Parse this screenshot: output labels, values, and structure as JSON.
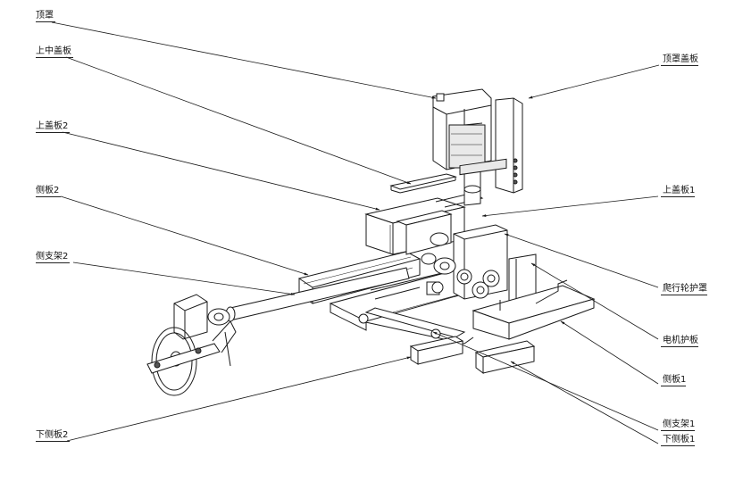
{
  "labels": {
    "dingzhao": "顶罩",
    "shangzhong_gaiban": "上中盖板",
    "shang_gaiban2": "上盖板2",
    "ceban2": "侧板2",
    "ce_zhijia2": "侧支架2",
    "xia_ceban2": "下侧板2",
    "dingzhao_gaiban": "顶罩盖板",
    "shang_gaiban1": "上盖板1",
    "paxinglun_huzhao": "爬行轮护罩",
    "dianji_huban": "电机护板",
    "ceban1": "侧板1",
    "ce_zhijia1": "侧支架1",
    "xia_ceban1": "下侧板1"
  }
}
